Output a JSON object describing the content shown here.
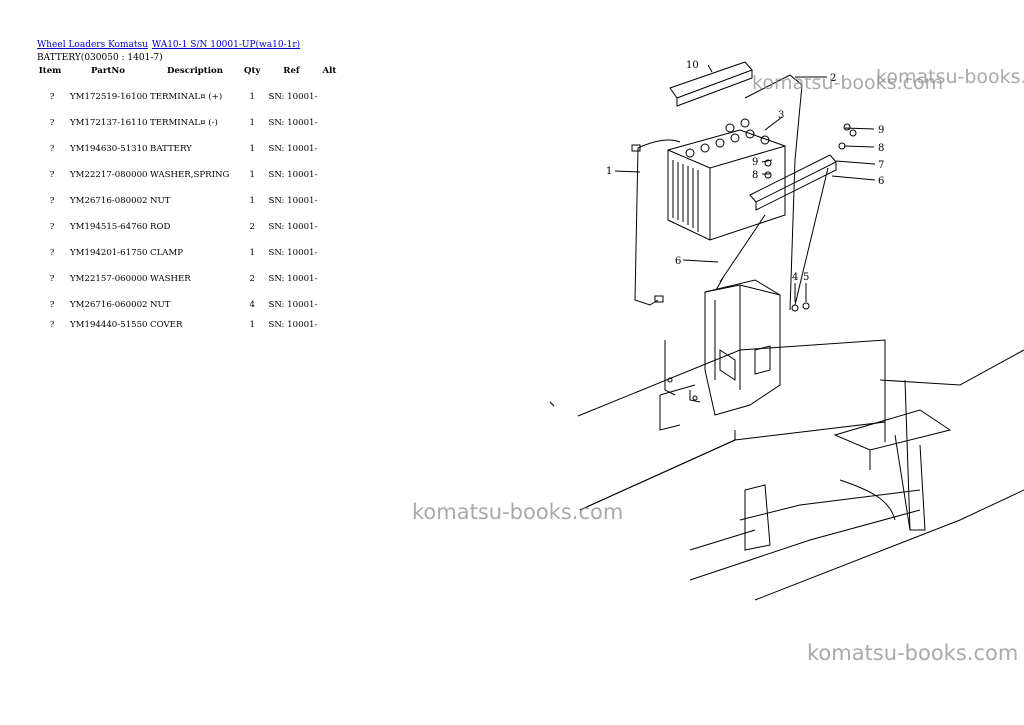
{
  "breadcrumb": {
    "link1": "Wheel Loaders Komatsu",
    "link2": "WA10-1 S/N 10001-UP(wa10-1r)"
  },
  "subtitle": "BATTERY(030050 : 1401-7)",
  "table": {
    "headers": [
      "Item",
      "PartNo",
      "Description",
      "Qty",
      "Ref",
      "Alt"
    ],
    "rows": [
      {
        "item": "?",
        "partno": "YM172519-16100",
        "desc": "TERMINAL¤ (+)",
        "qty": "1",
        "ref": "SN: 10001-",
        "alt": ""
      },
      {
        "item": "?",
        "partno": "YM172137-16110",
        "desc": "TERMINAL¤ (-)",
        "qty": "1",
        "ref": "SN: 10001-",
        "alt": ""
      },
      {
        "item": "?",
        "partno": "YM194630-51310",
        "desc": "BATTERY",
        "qty": "1",
        "ref": "SN: 10001-",
        "alt": ""
      },
      {
        "item": "?",
        "partno": "YM22217-080000",
        "desc": "WASHER,SPRING",
        "qty": "1",
        "ref": "SN: 10001-",
        "alt": ""
      },
      {
        "item": "?",
        "partno": "YM26716-080002",
        "desc": "NUT",
        "qty": "1",
        "ref": "SN: 10001-",
        "alt": ""
      },
      {
        "item": "?",
        "partno": "YM194515-64760",
        "desc": "ROD",
        "qty": "2",
        "ref": "SN: 10001-",
        "alt": ""
      },
      {
        "item": "?",
        "partno": "YM194201-61750",
        "desc": "CLAMP",
        "qty": "1",
        "ref": "SN: 10001-",
        "alt": ""
      },
      {
        "item": "?",
        "partno": "YM22157-060000",
        "desc": "WASHER",
        "qty": "2",
        "ref": "SN: 10001-",
        "alt": ""
      },
      {
        "item": "?",
        "partno": "YM26716-060002",
        "desc": "NUT",
        "qty": "4",
        "ref": "SN: 10001-",
        "alt": ""
      },
      {
        "item": "?",
        "partno": "YM194440-51550",
        "desc": "COVER",
        "qty": "1",
        "ref": "SN: 10001-",
        "alt": ""
      }
    ]
  },
  "watermark": "komatsu-books.com",
  "diagram_labels": {
    "l1": "1",
    "l2": "2",
    "l3": "3",
    "l4": "4",
    "l5": "5",
    "l6a": "6",
    "l6b": "6",
    "l7": "7",
    "l8a": "8",
    "l8b": "8",
    "l9a": "9",
    "l9b": "9",
    "l10": "10"
  }
}
